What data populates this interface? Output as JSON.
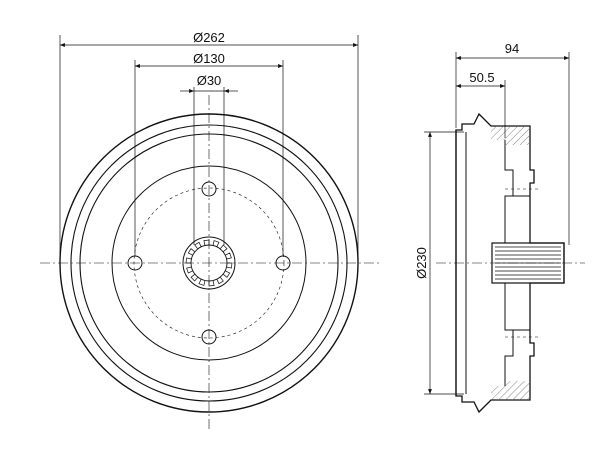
{
  "dimensions": {
    "outer_diameter": "Ø262",
    "bolt_circle_diameter": "Ø130",
    "center_bore_diameter": "Ø30",
    "drum_inner_diameter": "Ø230",
    "overall_height": "94",
    "hub_offset": "50.5"
  },
  "colors": {
    "line": "#111111",
    "background": "#ffffff",
    "hatch": "#888888"
  }
}
